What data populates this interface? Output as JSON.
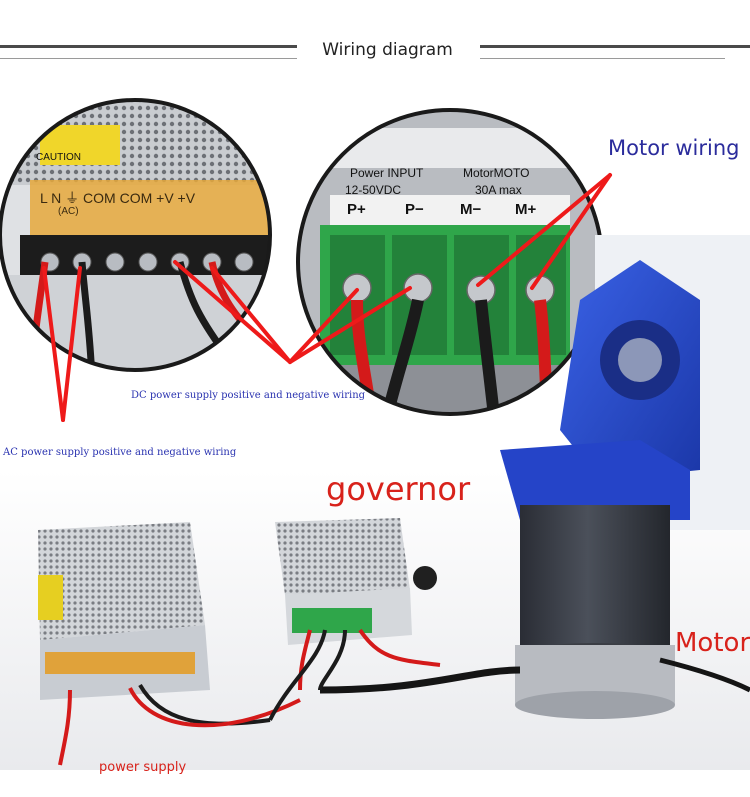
{
  "header": {
    "title": "Wiring diagram"
  },
  "labels": {
    "motor_wiring": "Motor wiring",
    "dc_wiring": "DC power supply positive and negative wiring",
    "ac_wiring": "AC power supply positive and negative wiring",
    "governor": "governor",
    "motor": "Motor",
    "power_supply": "power supply"
  },
  "zoom_left": {
    "caution": "CAUTION",
    "terminal_row": "L  N   ⏚   COM COM  +V  +V",
    "ac_mark": "(AC)"
  },
  "zoom_right": {
    "power_input": "Power INPUT",
    "voltage": "12-50VDC",
    "motor_moto": "MotorMOTO",
    "current": "30A max",
    "terminals": [
      "P+",
      "P−",
      "M−",
      "M+"
    ]
  },
  "colors": {
    "accent_red": "#d8221b",
    "label_blue": "#2b2c9c",
    "terminal_green": "#2fa64a",
    "motor_blue": "#2544c8"
  }
}
